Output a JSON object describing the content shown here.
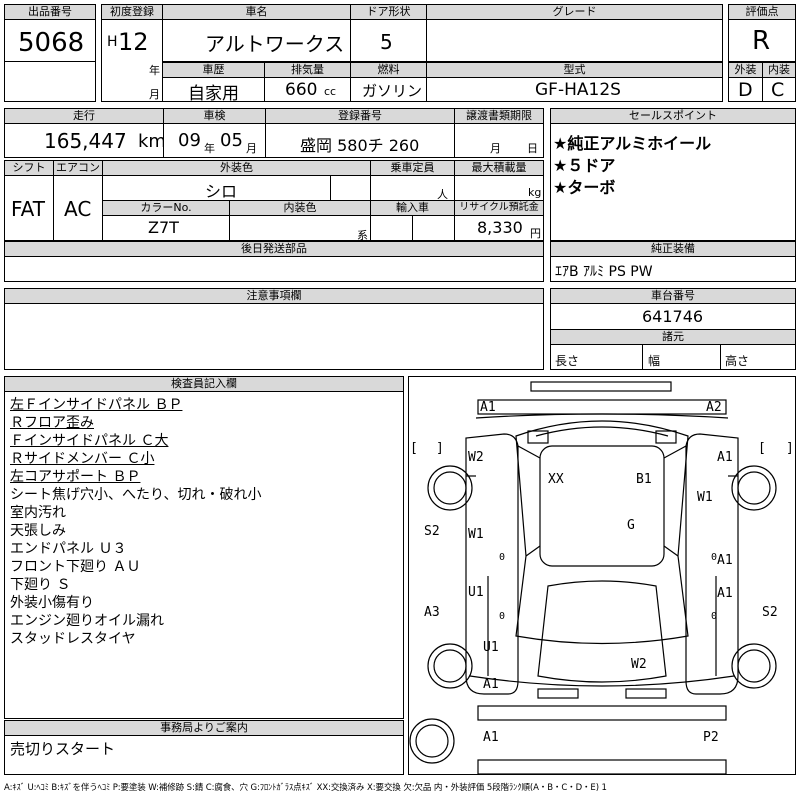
{
  "header": {
    "lot_label": "出品番号",
    "lot_number": "5068",
    "first_reg_label": "初度登録",
    "era": "H",
    "year": "12",
    "year_unit": "年",
    "month_unit": "月",
    "model_label": "車名",
    "model": "アルトワークス",
    "door_label": "ドア形状",
    "doors": "5",
    "grade_label": "グレード",
    "grade": "",
    "score_label": "評価点",
    "score": "R",
    "history_label": "車歴",
    "history": "自家用",
    "displacement_label": "排気量",
    "displacement": "660",
    "displacement_unit": "cc",
    "fuel_label": "燃料",
    "fuel": "ガソリン",
    "type_label": "型式",
    "type": "GF-HA12S",
    "exterior_grade_label": "外装",
    "exterior_grade": "D",
    "interior_grade_label": "内装",
    "interior_grade": "C"
  },
  "row2": {
    "mileage_label": "走行",
    "mileage": "165,447",
    "mileage_unit": "km",
    "inspection_label": "車検",
    "insp_year": "09",
    "insp_year_unit": "年",
    "insp_month": "05",
    "insp_month_unit": "月",
    "plate_label": "登録番号",
    "plate": "盛岡 580チ 260",
    "transfer_label": "譲渡書類期限",
    "transfer_month_unit": "月",
    "transfer_day_unit": "日",
    "shift_label": "シフト",
    "shift": "FAT",
    "ac_label": "エアコン",
    "ac": "AC",
    "exterior_color_label": "外装色",
    "exterior_color": "シロ",
    "capacity_label": "乗車定員",
    "capacity_unit": "人",
    "max_load_label": "最大積載量",
    "max_load_unit": "kg",
    "color_no_label": "カラーNo.",
    "color_no": "Z7T",
    "interior_color_label": "内装色",
    "interior_color_unit": "系",
    "import_label": "輸入車",
    "recycle_label": "リサイクル預託金",
    "recycle": "8,330",
    "recycle_unit": "円",
    "shipped_later_label": "後日発送部品"
  },
  "selling_points": {
    "label": "セールスポイント",
    "items": [
      "★純正アルミホイール",
      "★５ドア",
      "★ターボ"
    ]
  },
  "equipment": {
    "label": "純正装備",
    "value": "ｴｱB ｱﾙﾐ PS PW"
  },
  "caution": {
    "label": "注意事項欄"
  },
  "chassis": {
    "label": "車台番号",
    "number": "641746",
    "dims_label": "諸元",
    "length_label": "長さ",
    "width_label": "幅",
    "height_label": "高さ"
  },
  "inspector": {
    "label": "検査員記入欄",
    "notes": [
      {
        "text": "左Ｆインサイドパネル ＢＰ",
        "underline": true
      },
      {
        "text": "Ｒフロア歪み",
        "underline": true
      },
      {
        "text": "Ｆインサイドパネル Ｃ大",
        "underline": true
      },
      {
        "text": "Ｒサイドメンバー Ｃ小",
        "underline": true
      },
      {
        "text": "左コアサポート ＢＰ",
        "underline": true
      },
      {
        "text": "シート焦げ穴小、へたり、切れ・破れ小",
        "underline": false
      },
      {
        "text": "室内汚れ",
        "underline": false
      },
      {
        "text": "天張しみ",
        "underline": false
      },
      {
        "text": "エンドパネル Ｕ３",
        "underline": false
      },
      {
        "text": "フロント下廻り ＡＵ",
        "underline": false
      },
      {
        "text": "下廻り Ｓ",
        "underline": false
      },
      {
        "text": "外装小傷有り",
        "underline": false
      },
      {
        "text": "エンジン廻りオイル漏れ",
        "underline": false
      },
      {
        "text": "スタッドレスタイヤ",
        "underline": false
      }
    ]
  },
  "office": {
    "label": "事務局よりご案内",
    "text": "売切りスタート"
  },
  "diagram": {
    "bracket": "[ ]",
    "labels": [
      "A1",
      "A2",
      "W2",
      "A1",
      "XX",
      "B1",
      "W1",
      "S2",
      "W1",
      "G",
      "A1",
      "U1",
      "A1",
      "A3",
      "S2",
      "U1",
      "W2",
      "A1",
      "A1",
      "P2"
    ],
    "small": [
      "0",
      "0",
      "0",
      "0"
    ]
  },
  "legend": "A:ｷｽﾞ U:ﾍｺﾐ B:ｷｽﾞを伴うﾍｺﾐ P:要塗装 W:補修跡 S:錆 C:腐食、穴 G:ﾌﾛﾝﾄｶﾞﾗｽ点ｷｽﾞ XX:交換済み X:要交換 欠:欠品 内・外装評価 5段階ﾗﾝｸ順(A・B・C・D・E) 1"
}
